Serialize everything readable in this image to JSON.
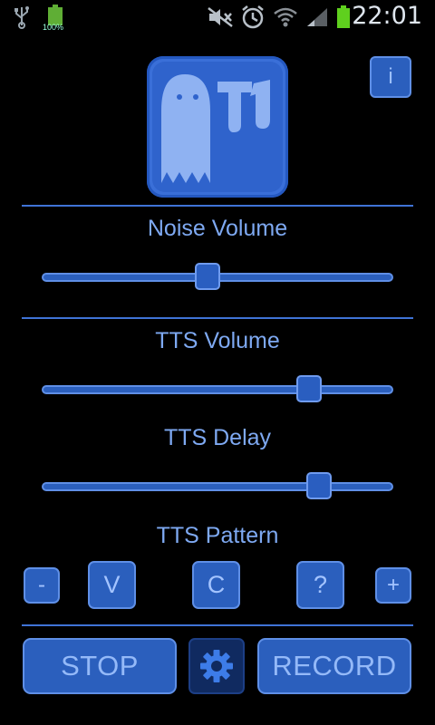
{
  "status_bar": {
    "battery_label": "100%",
    "time": "22:01"
  },
  "header": {
    "info_label": "i"
  },
  "noise_volume": {
    "label": "Noise Volume",
    "level_fraction": 0.47
  },
  "tts_volume": {
    "label": "TTS Volume",
    "level_fraction": 0.78
  },
  "tts_delay": {
    "label": "TTS Delay",
    "level_fraction": 0.81
  },
  "tts_pattern": {
    "label": "TTS Pattern",
    "minus_label": "-",
    "v_label": "V",
    "c_label": "C",
    "q_label": "?",
    "plus_label": "+"
  },
  "footer": {
    "stop_label": "STOP",
    "record_label": "RECORD"
  },
  "icons": {
    "usb": "usb-icon",
    "battery_small": "battery-icon",
    "mute": "mute-icon",
    "alarm": "alarm-icon",
    "wifi": "wifi-icon",
    "signal": "signal-icon",
    "battery": "battery-icon",
    "settings": "gear-icon",
    "app": "app-logo-ghost-t1"
  },
  "colors": {
    "accent": "#3a6fd8",
    "text": "#7ea9f2",
    "background": "#000000"
  }
}
